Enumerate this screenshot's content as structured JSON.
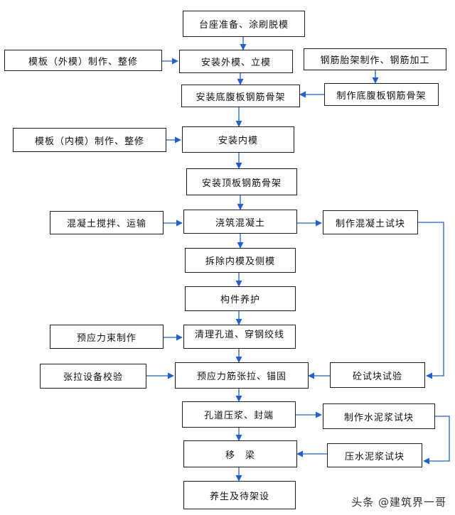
{
  "nodes": {
    "n1": "台座准备、涂刷脱模",
    "n2": "安装外模、立模",
    "n3": "模板（外模）制作、整修",
    "n4": "钢筋胎架制作、钢筋加工",
    "n5": "安装底腹板钢筋骨架",
    "n6": "制作底腹板钢筋骨架",
    "n7": "模板（内模）制作、整修",
    "n8": "安装内模",
    "n9": "安装顶板钢筋骨架",
    "n10": "混凝土搅拌、运输",
    "n11": "浇筑混凝土",
    "n12": "制作混凝土试块",
    "n13": "拆除内模及侧模",
    "n14": "构件养护",
    "n15": "预应力束制作",
    "n16": "清理孔道、穿钢绞线",
    "n17": "张拉设备校验",
    "n18": "预应力筋张拉、锚固",
    "n19": "砼试块试验",
    "n20": "孔道压浆、封端",
    "n21": "制作水泥浆试块",
    "n22": "移　梁",
    "n23": "压水泥浆试块",
    "n24": "养生及待架设"
  },
  "watermark": "头条 @建筑界一哥"
}
